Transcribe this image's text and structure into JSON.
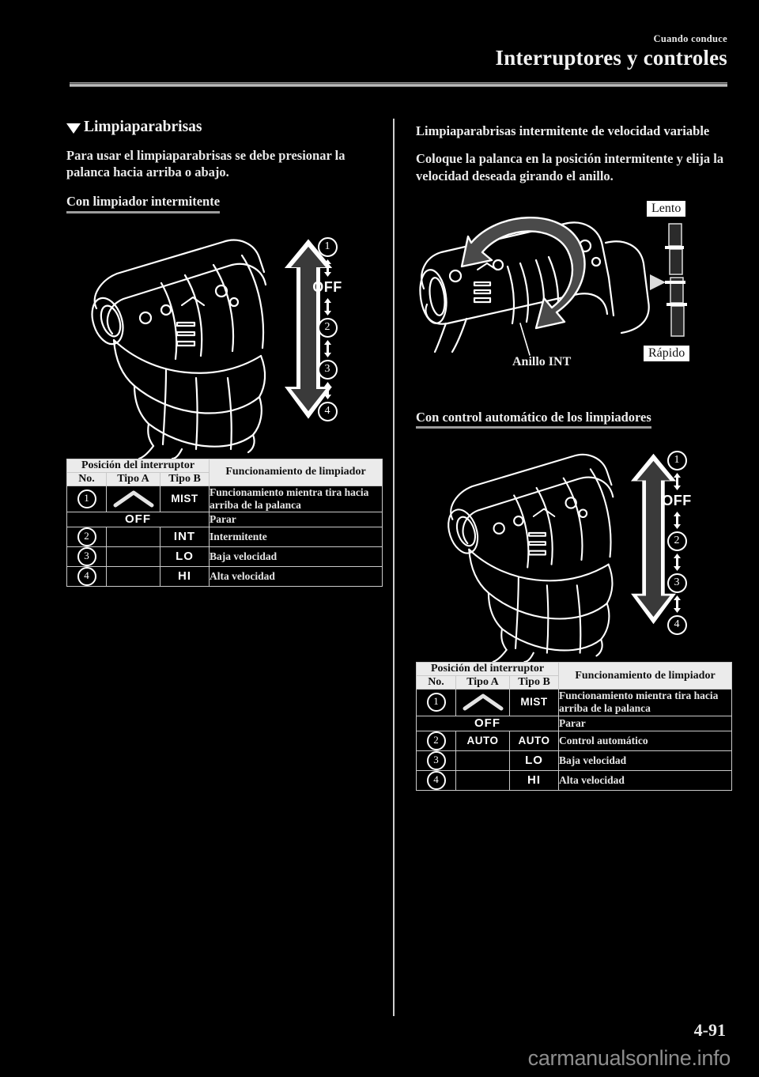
{
  "header": {
    "chapter": "Cuando conduce",
    "title": "Interruptores y controles"
  },
  "left_column": {
    "section_heading": "Limpiaparabrisas",
    "intro_paragraph": "Para usar el limpiaparabrisas se debe presionar la palanca hacia arriba o abajo.",
    "sub_heading": "Con limpiador intermitente",
    "position_ladder": {
      "items": [
        "1",
        "OFF",
        "2",
        "3",
        "4"
      ]
    },
    "table": {
      "header_group": "Posición del interruptor",
      "header_operation": "Funcionamiento de limpiador",
      "col_no": "No.",
      "col_type_a": "Tipo A",
      "col_type_b": "Tipo B",
      "rows": [
        {
          "no": "1",
          "type_a": "chevron-up-icon",
          "type_b": "MIST",
          "operation": "Funcionamiento mientra tira hacia arriba de la palanca"
        },
        {
          "no": "",
          "type_a": "OFF",
          "type_b": "",
          "operation": "Parar"
        },
        {
          "no": "2",
          "type_a": "dashed-bar-icon",
          "type_b": "INT",
          "operation": "Intermitente"
        },
        {
          "no": "3",
          "type_a": "single-bar-icon",
          "type_b": "LO",
          "operation": "Baja velocidad"
        },
        {
          "no": "4",
          "type_a": "double-bar-icon",
          "type_b": "HI",
          "operation": "Alta velocidad"
        }
      ]
    }
  },
  "right_column": {
    "heading_variable": "Limpiaparabrisas intermitente de velocidad variable",
    "paragraph_variable": "Coloque la palanca en la posición intermitente y elija la velocidad deseada girando el anillo.",
    "ring_label": "Anillo INT",
    "speed_slow": "Lento",
    "speed_fast": "Rápido",
    "sub_heading_auto": "Con control automático de los limpiadores",
    "position_ladder": {
      "items": [
        "1",
        "OFF",
        "2",
        "3",
        "4"
      ]
    },
    "table": {
      "header_group": "Posición del interruptor",
      "header_operation": "Funcionamiento de limpiador",
      "col_no": "No.",
      "col_type_a": "Tipo A",
      "col_type_b": "Tipo B",
      "rows": [
        {
          "no": "1",
          "type_a": "chevron-up-icon",
          "type_b": "MIST",
          "operation": "Funcionamiento mientra tira hacia arriba de la palanca"
        },
        {
          "no": "",
          "type_a": "OFF",
          "type_b": "",
          "operation": "Parar"
        },
        {
          "no": "2",
          "type_a": "AUTO",
          "type_b": "AUTO",
          "operation": "Control automático"
        },
        {
          "no": "3",
          "type_a": "single-bar-icon",
          "type_b": "LO",
          "operation": "Baja velocidad"
        },
        {
          "no": "4",
          "type_a": "double-bar-icon",
          "type_b": "HI",
          "operation": "Alta velocidad"
        }
      ]
    }
  },
  "footer": {
    "page_number": "4-91",
    "watermark": "carmanualsonline.info"
  },
  "colors": {
    "background": "#000000",
    "text": "#ffffff",
    "table_header_bg": "#ebebeb",
    "rule": "#c9c9c9"
  }
}
